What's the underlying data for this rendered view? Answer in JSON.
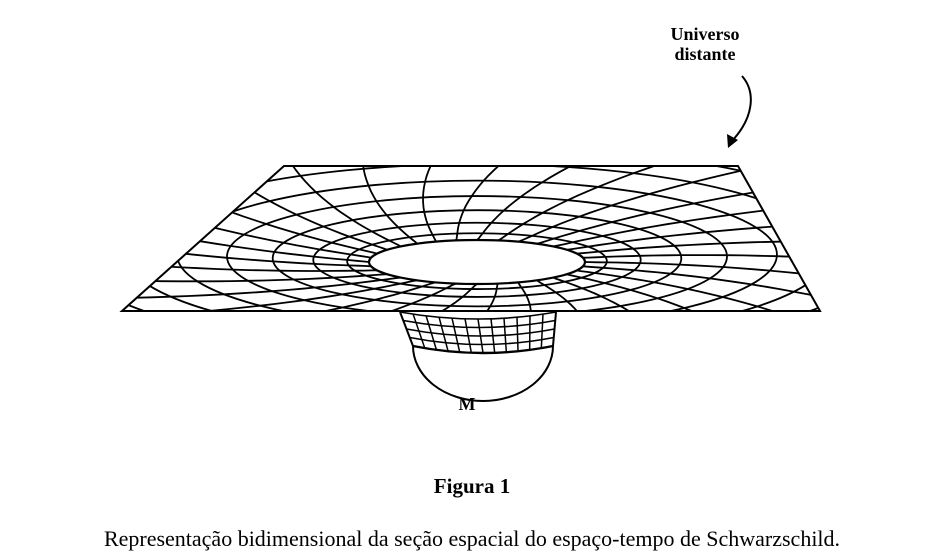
{
  "diagram": {
    "top_label": "Universo\ndistante",
    "mass_label": "M",
    "grid_rings": 9,
    "grid_spokes": 32,
    "line_color": "#000000"
  },
  "figure": {
    "title": "Figura 1",
    "caption": "Representação bidimensional da seção espacial do espaço-tempo de Schwarzschild."
  }
}
